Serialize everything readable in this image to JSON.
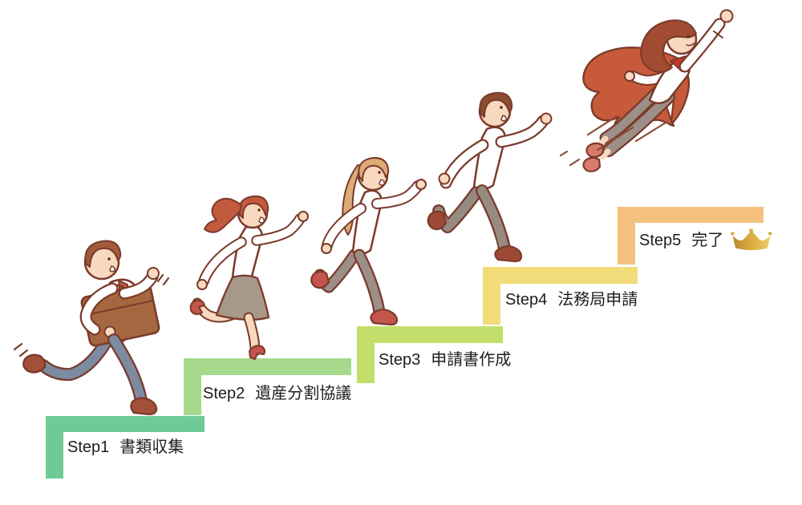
{
  "steps": [
    {
      "label": "Step1",
      "title": "書類収集",
      "color": "#6FCB95"
    },
    {
      "label": "Step2",
      "title": "遺産分割協議",
      "color": "#A6D98C"
    },
    {
      "label": "Step3",
      "title": "申請書作成",
      "color": "#C3DE6B"
    },
    {
      "label": "Step4",
      "title": "法務局申請",
      "color": "#F2DC79"
    },
    {
      "label": "Step5",
      "title": "完了",
      "color": "#F4C27E",
      "icon": "crown-icon"
    }
  ],
  "crown": {
    "gold_dark": "#B8892D",
    "gold_mid": "#D9AE3F",
    "gold_light": "#EDCB66"
  }
}
